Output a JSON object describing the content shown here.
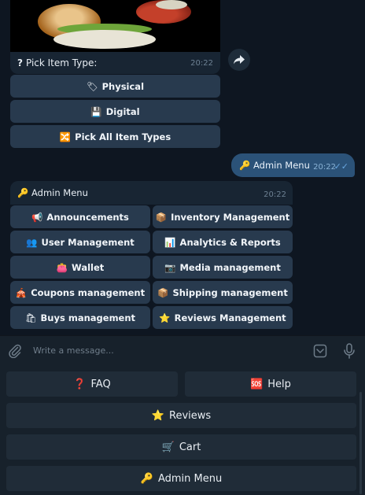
{
  "item_type_message": {
    "caption": "Pick Item Type:",
    "caption_icon": "question-mark-icon",
    "time": "20:22",
    "buttons": [
      {
        "emoji": "🏷",
        "label": "Physical"
      },
      {
        "emoji": "💾",
        "label": "Digital"
      },
      {
        "emoji": "🔀",
        "label": "Pick All Item Types"
      }
    ]
  },
  "outgoing": {
    "emoji": "🔑",
    "text": "Admin Menu",
    "time": "20:22"
  },
  "admin_menu_message": {
    "emoji": "🔑",
    "text": "Admin Menu",
    "time": "20:22",
    "buttons": [
      {
        "emoji": "📢",
        "label": "Announcements"
      },
      {
        "emoji": "📦",
        "label": "Inventory Management"
      },
      {
        "emoji": "👥",
        "label": "User Management"
      },
      {
        "emoji": "📊",
        "label": "Analytics & Reports"
      },
      {
        "emoji": "👛",
        "label": "Wallet"
      },
      {
        "emoji": "📷",
        "label": "Media management"
      },
      {
        "emoji": "🎪",
        "label": "Coupons management"
      },
      {
        "emoji": "📦",
        "label": "Shipping management"
      },
      {
        "emoji": "🛍",
        "label": "Buys management"
      },
      {
        "emoji": "⭐",
        "label": "Reviews Management"
      }
    ]
  },
  "composer": {
    "placeholder": "Write a message..."
  },
  "keyboard": {
    "buttons": [
      {
        "emoji": "❓",
        "label": "FAQ"
      },
      {
        "emoji": "🆘",
        "label": "Help"
      },
      {
        "emoji": "⭐",
        "label": "Reviews"
      },
      {
        "emoji": "🛒",
        "label": "Cart"
      },
      {
        "emoji": "🔑",
        "label": "Admin Menu"
      }
    ]
  },
  "colors": {
    "background": "#0e1621",
    "bubble_in": "#182533",
    "bubble_out": "#2b5278",
    "inline_button": "#2a3e52",
    "keyboard_button": "#202c38",
    "read_ticks": "#6aa7e0"
  }
}
